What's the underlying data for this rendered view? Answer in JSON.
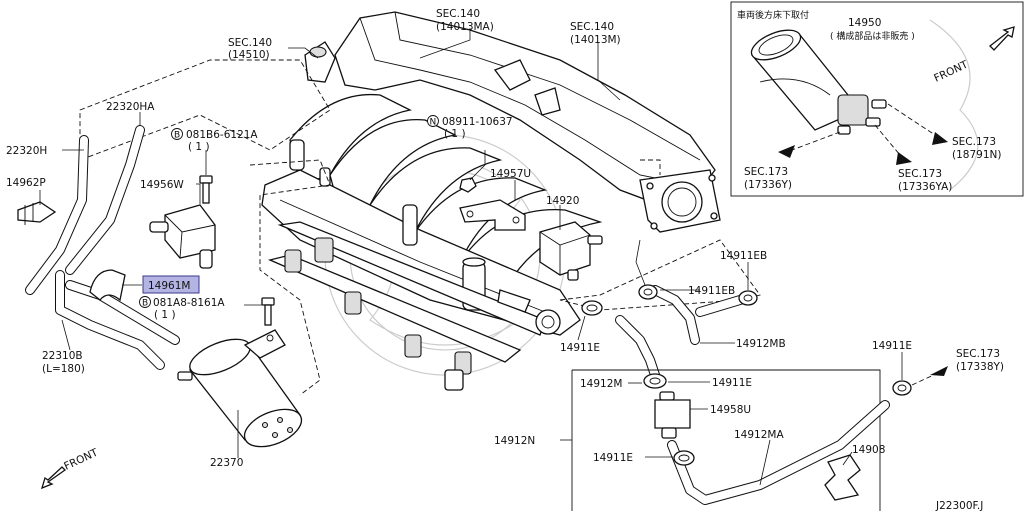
{
  "labels": {
    "sec140_14510": {
      "line1": "SEC.140",
      "line2": "(14510)"
    },
    "sec140_14013ma": {
      "line1": "SEC.140",
      "line2": "(14013MA)"
    },
    "sec140_14013m": {
      "line1": "SEC.140",
      "line2": "(14013M)"
    },
    "p22320ha": "22320HA",
    "p22320h": "22320H",
    "bolt_081b6": {
      "prefix": "B",
      "code": "081B6-6121A",
      "qty": "( 1 )"
    },
    "nut_08911": {
      "prefix": "N",
      "code": "08911-10637",
      "qty": "( 1 )"
    },
    "p14962p": "14962P",
    "p14956w": "14956W",
    "p14957u": "14957U",
    "p14920": "14920",
    "p14961m": "14961M",
    "bolt_081a8": {
      "prefix": "B",
      "code": "081A8-8161A",
      "qty": "( 1 )"
    },
    "p22310b": {
      "line1": "22310B",
      "line2": "(L=180)"
    },
    "p22370": "22370",
    "front_left": "FRONT",
    "p14911eb_a": "14911EB",
    "p14911eb_b": "14911EB",
    "p14911e_a": "14911E",
    "p14912mb": "14912MB",
    "p14911e_b": "14911E",
    "sec173_17338y": {
      "line1": "SEC.173",
      "line2": "(17338Y)"
    },
    "p14912m": "14912M",
    "p14911e_c": "14911E",
    "p14958u": "14958U",
    "p14912n": "14912N",
    "p14912ma": "14912MA",
    "p14911e_d": "14911E",
    "p14908": "14908",
    "diagram_code": "J22300F.J"
  },
  "inset": {
    "title_jp": "車両後方床下取付",
    "p14950": "14950",
    "p14950_note": "( 構成部品は非販売 )",
    "front": "FRONT",
    "sec173_18791n": {
      "line1": "SEC.173",
      "line2": "(18791N)"
    },
    "sec173_17336y": {
      "line1": "SEC.173",
      "line2": "(17336Y)"
    },
    "sec173_17336ya": {
      "line1": "SEC.173",
      "line2": "(17336YA)"
    }
  },
  "colors": {
    "highlight_fill": "#b4b4e4",
    "highlight_border": "#3a3a8a",
    "line": "#111111",
    "background": "#ffffff"
  },
  "icons": [
    "front-arrow-icon",
    "direction-arrow-icon",
    "bolt-circle-icon",
    "nut-circle-icon"
  ]
}
